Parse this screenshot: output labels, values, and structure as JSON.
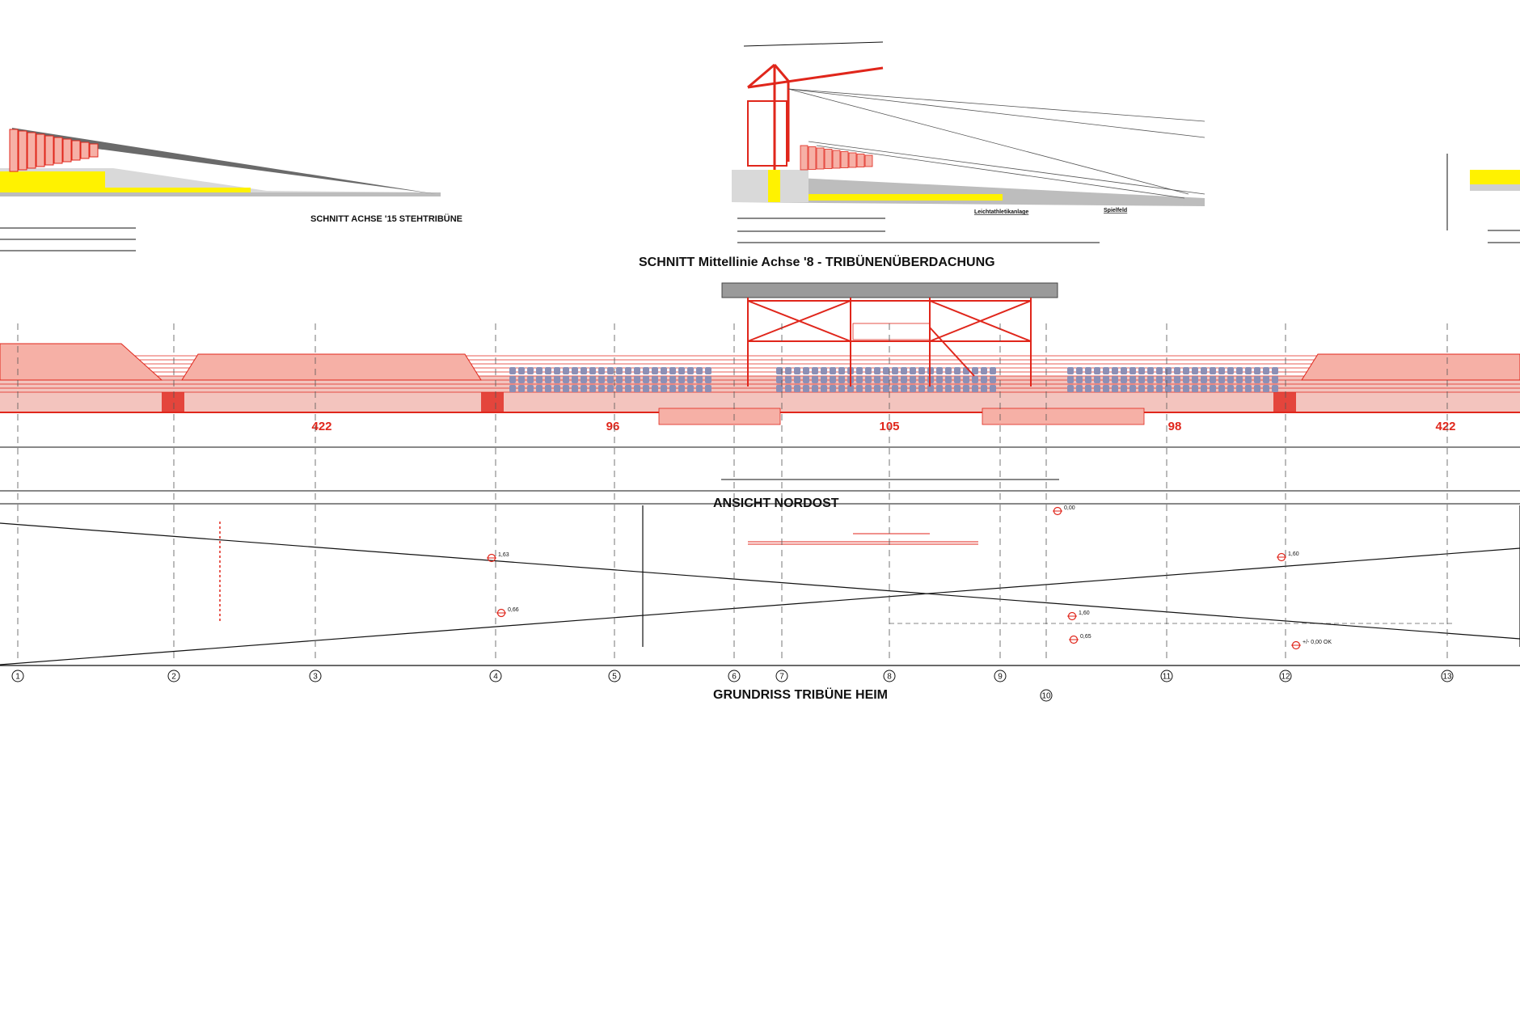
{
  "titles": {
    "section_15": "SCHNITT ACHSE '15  STEHTRIBÜNE",
    "section_8": "SCHNITT Mittellinie Achse '8 - TRIBÜNENÜBERDACHUNG",
    "elevation": "ANSICHT NORDOST",
    "plan": "GRUNDRISS TRIBÜNE HEIM"
  },
  "elevation_numbers": [
    "422",
    "96",
    "105",
    "98",
    "422"
  ],
  "axes": [
    "1",
    "2",
    "3",
    "4",
    "5",
    "6",
    "7",
    "8",
    "9",
    "10",
    "11",
    "12",
    "13"
  ],
  "plan_elevations": [
    "1,63",
    "0,66",
    "1,60",
    "0,65",
    "1,60",
    "0,00",
    "+/- 0,00 OK"
  ],
  "colors": {
    "red": "#e0261b",
    "yellow": "#fff200",
    "seat_blue": "#8c8fb5",
    "dark": "#222222",
    "grey": "#9a9a9a"
  }
}
